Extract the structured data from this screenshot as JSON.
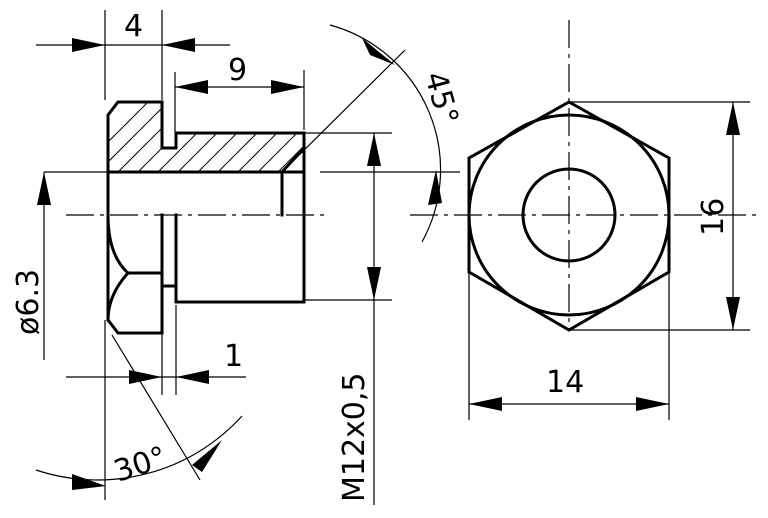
{
  "dimensions": {
    "head_width": "4",
    "thread_length": "9",
    "undercut": "1",
    "bore_diameter": "ø6.3",
    "chamfer_angle": "45°",
    "head_chamfer_angle": "30°",
    "thread": "M12x0,5",
    "across_corners": "16",
    "across_flats": "14"
  }
}
